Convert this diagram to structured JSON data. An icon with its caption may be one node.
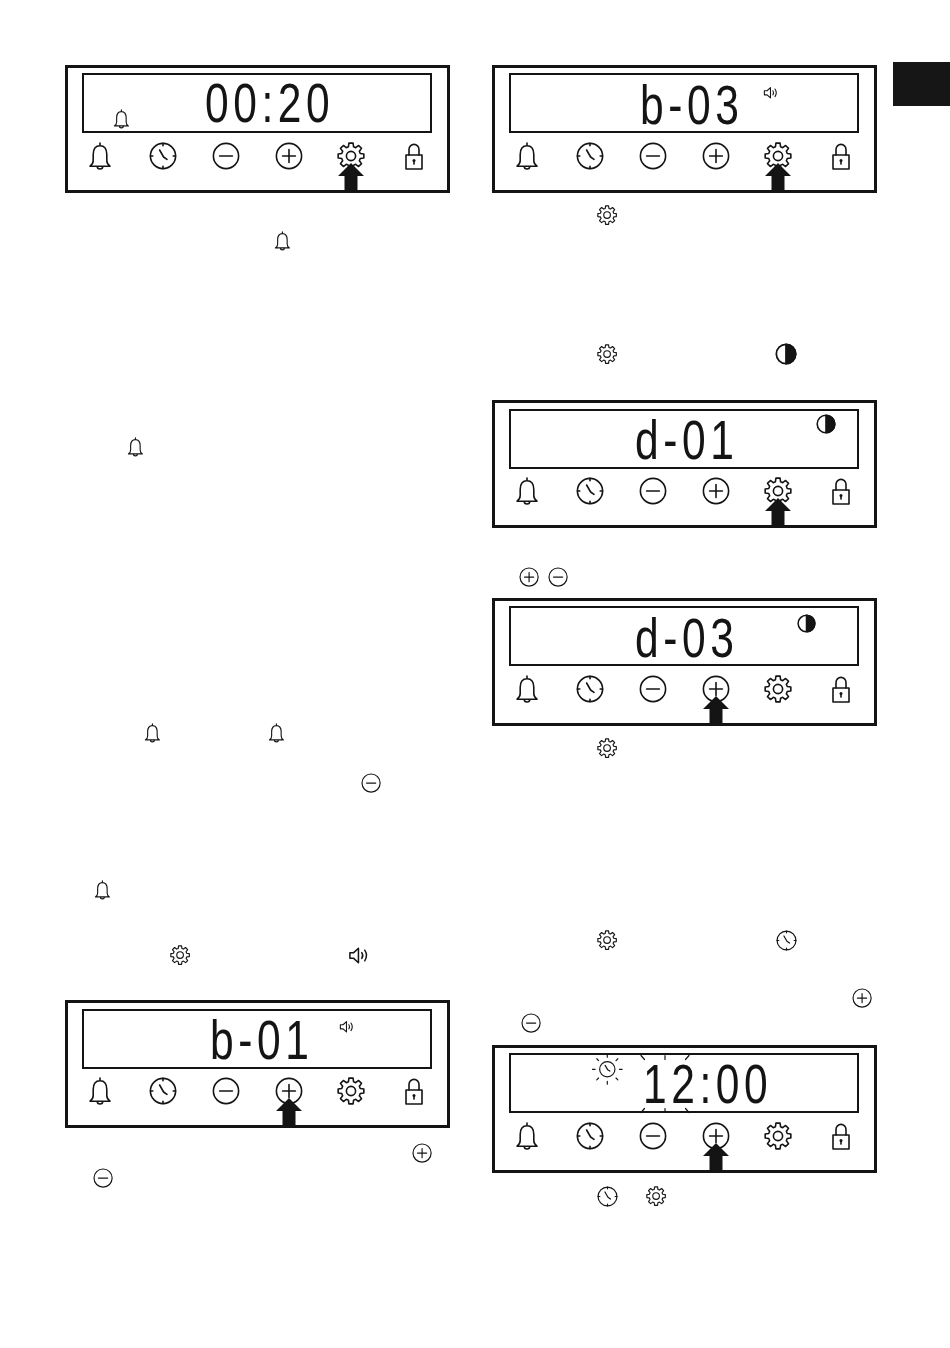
{
  "diagram": {
    "nodes": [
      {
        "text": [],
        "shape": "box"
      },
      {
        "text": [
          "00:20"
        ],
        "in": 0
      },
      {
        "text": [],
        "shape": "box"
      },
      {
        "text": [
          "b-01"
        ],
        "in": 2
      },
      {
        "text": [],
        "shape": "box"
      },
      {
        "text": [
          "b-03"
        ],
        "in": 4
      },
      {
        "text": [],
        "shape": "box"
      },
      {
        "text": [
          "d-01"
        ],
        "in": 6
      },
      {
        "text": [],
        "shape": "box"
      },
      {
        "text": [
          "d-03"
        ],
        "in": 8
      },
      {
        "text": [],
        "shape": "box"
      },
      {
        "text": [
          "12:00"
        ],
        "in": 10
      }
    ]
  }
}
